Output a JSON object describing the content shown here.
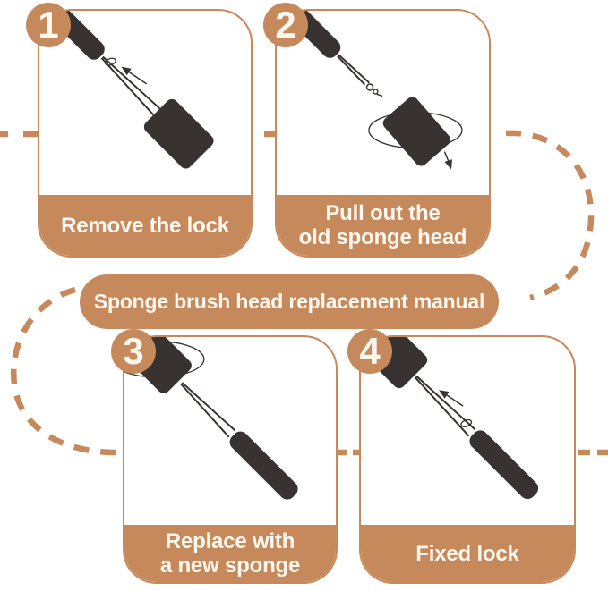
{
  "banner": {
    "title": "Sponge brush head replacement manual"
  },
  "steps": [
    {
      "number": "1",
      "caption": {
        "line1": "Remove the lock",
        "line2": ""
      }
    },
    {
      "number": "2",
      "caption": {
        "line1": "Pull out the",
        "line2": "old sponge head"
      }
    },
    {
      "number": "3",
      "caption": {
        "line1": "Replace with",
        "line2": "a new sponge"
      }
    },
    {
      "number": "4",
      "caption": {
        "line1": "Fixed lock",
        "line2": ""
      }
    }
  ],
  "colors": {
    "accent": "#C6895C",
    "ink": "#383330",
    "text_on_accent": "#FCF7EF",
    "background": "#FFFFFF"
  }
}
